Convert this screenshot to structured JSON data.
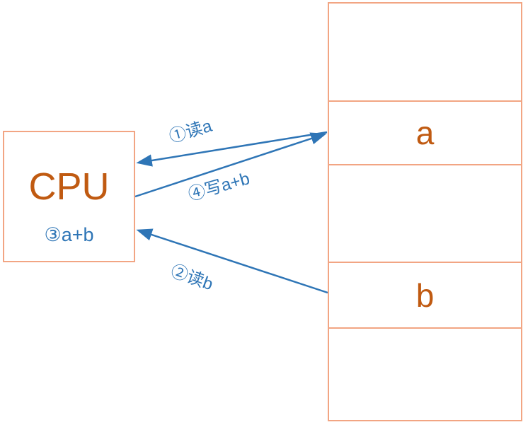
{
  "cpu": {
    "label": "CPU",
    "operation": "③a+b"
  },
  "memory": {
    "cells": [
      {
        "label": ""
      },
      {
        "label": "a"
      },
      {
        "label": ""
      },
      {
        "label": "b"
      },
      {
        "label": ""
      }
    ]
  },
  "arrows": [
    {
      "step": 1,
      "label": "①读a",
      "direction": "memory-cell-a → cpu"
    },
    {
      "step": 2,
      "label": "②读b",
      "direction": "memory-cell-b → cpu"
    },
    {
      "step": 4,
      "label": "④写a+b",
      "direction": "cpu → memory-cell-a"
    }
  ],
  "colors": {
    "box_border": "#F2A583",
    "orange_text": "#C05A11",
    "arrow_blue": "#2E75B6"
  }
}
